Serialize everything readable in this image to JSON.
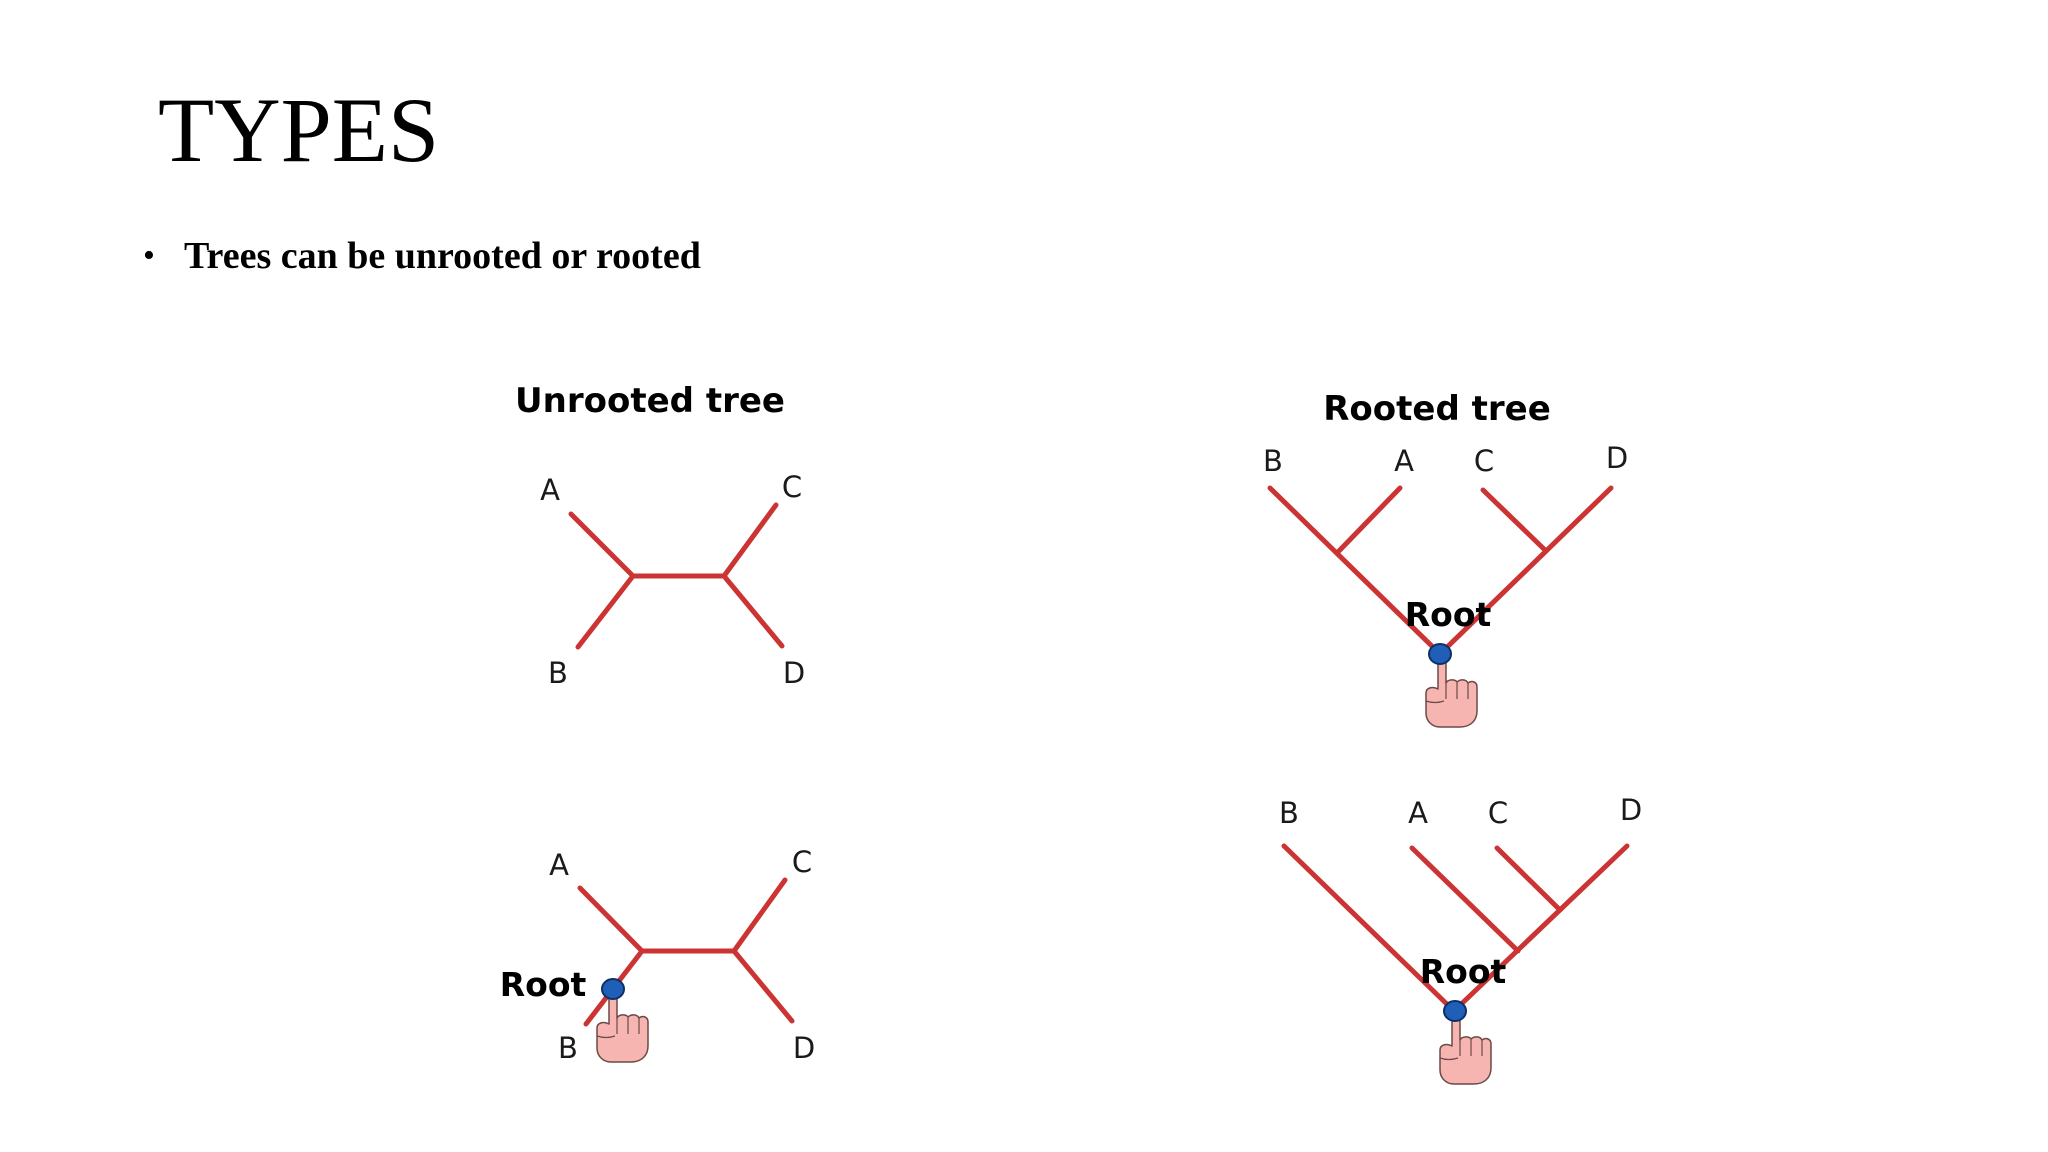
{
  "title": "TYPES",
  "bullets": [
    "Trees can be unrooted or rooted"
  ],
  "diagrams": {
    "unrooted_heading": "Unrooted tree",
    "rooted_heading": "Rooted tree",
    "root_label": "Root",
    "unrooted_top": {
      "a": "A",
      "b": "B",
      "c": "C",
      "d": "D"
    },
    "rooted_top": {
      "b": "B",
      "a": "A",
      "c": "C",
      "d": "D"
    },
    "unrooted_bottom": {
      "a": "A",
      "b": "B",
      "c": "C",
      "d": "D"
    },
    "rooted_bottom": {
      "b": "B",
      "a": "A",
      "c": "C",
      "d": "D"
    }
  },
  "colors": {
    "branch": "#cc3333",
    "root_dot": "#1f5fb8",
    "hand": "#f7b5b2"
  },
  "icons": {
    "root_pointer": "pointing-hand-icon"
  }
}
